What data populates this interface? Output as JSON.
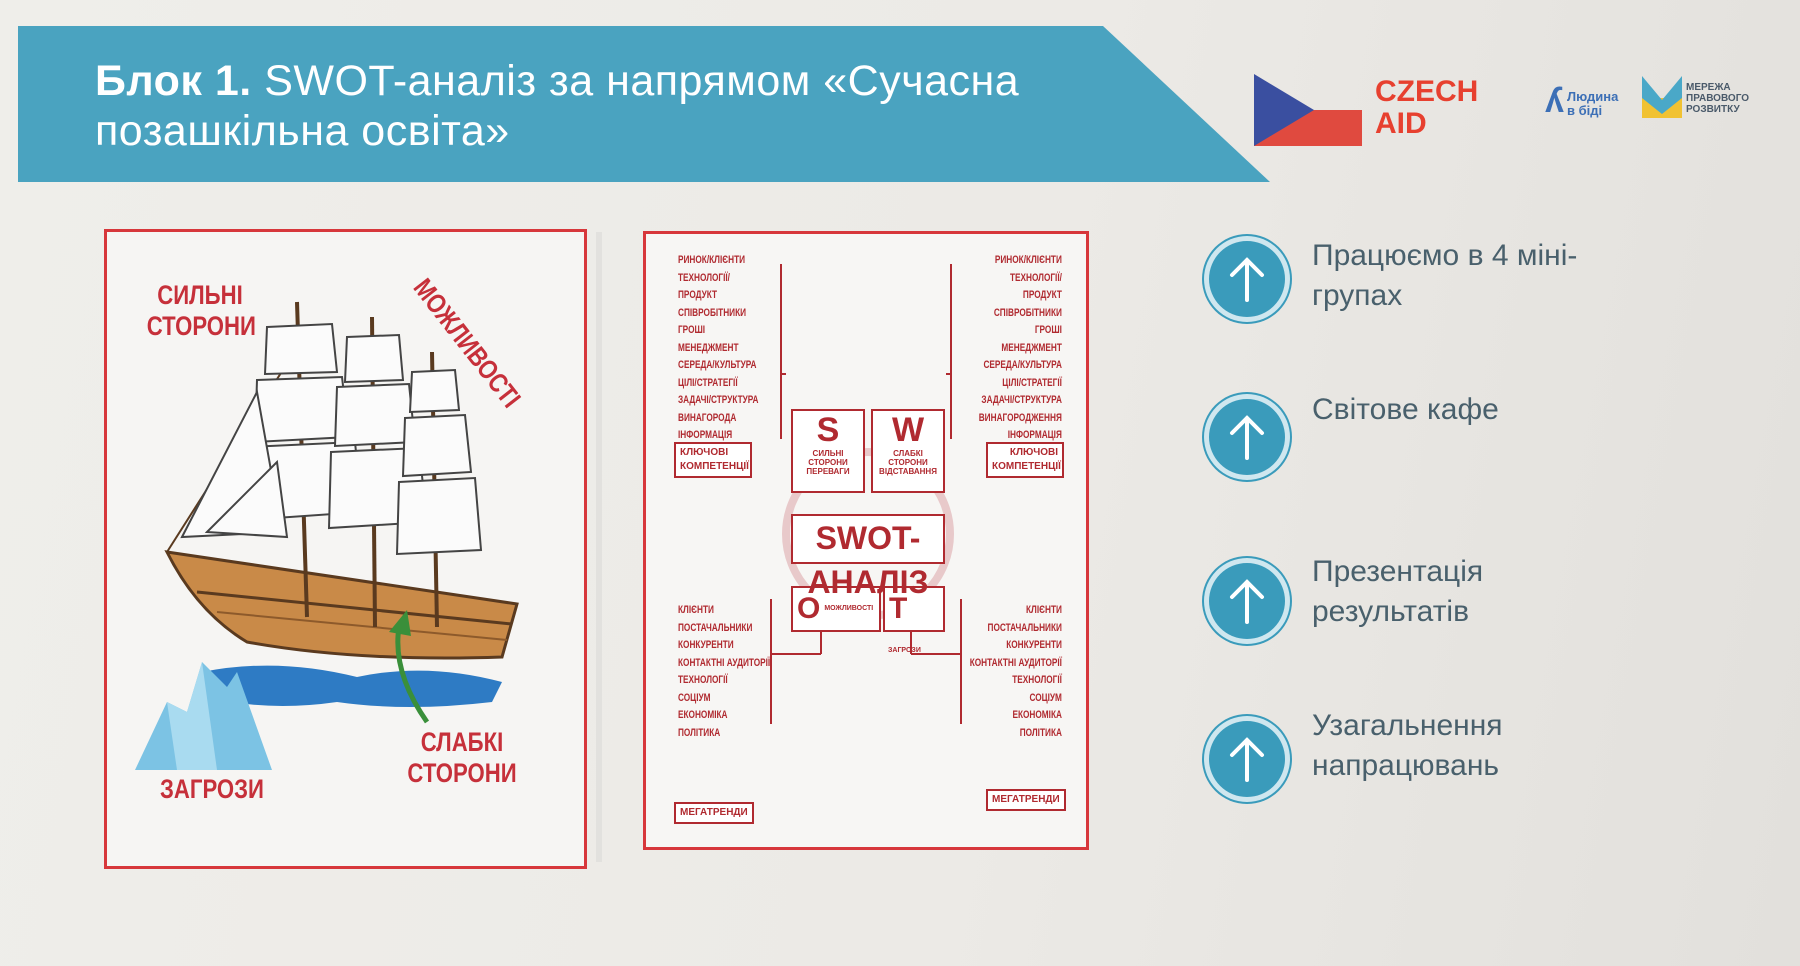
{
  "title": {
    "prefix": "Блок 1.",
    "line1": "SWOT-аналіз за напрямом «Сучасна",
    "line2": "позашкільна освіта»"
  },
  "logos": {
    "czech_line1": "CZECH",
    "czech_line2": "AID",
    "lyudyna_line1": "Людина",
    "lyudyna_line2": "в біді",
    "merezha_line1": "МЕРЕЖА",
    "merezha_line2": "ПРАВОВОГО",
    "merezha_line3": "РОЗВИТКУ"
  },
  "ship_card": {
    "strengths_line1": "СИЛЬНІ",
    "strengths_line2": "СТОРОНИ",
    "opportunities": "МОЖЛИВОСТІ",
    "threats": "ЗАГРОЗИ",
    "weaknesses_line1": "СЛАБКІ",
    "weaknesses_line2": "СТОРОНИ"
  },
  "swot_diagram": {
    "center_title": "SWOT-АНАЛІЗ",
    "s_letter": "S",
    "s_caption": "СИЛЬНІ СТОРОНИ ПЕРЕВАГИ",
    "w_letter": "W",
    "w_caption": "СЛАБКІ СТОРОНИ ВІДСТАВАННЯ",
    "o_letter": "O",
    "o_caption": "МОЖЛИВОСТІ",
    "t_letter": "T",
    "t_caption": "ЗАГРОЗИ",
    "top_left": [
      "РИНОК/КЛІЄНТИ",
      "ТЕХНОЛОГІЇ/",
      "ПРОДУКТ",
      "СПІВРОБІТНИКИ",
      "ГРОШІ",
      "МЕНЕДЖМЕНТ",
      "СЕРЕДА/КУЛЬТУРА",
      "ЦІЛІ/СТРАТЕГІЇ",
      "ЗАДАЧІ/СТРУКТУРА",
      "ВИНАГОРОДА",
      "ІНФОРМАЦІЯ"
    ],
    "top_left_box": "КЛЮЧОВІ КОМПЕТЕНЦІЇ",
    "top_right": [
      "РИНОК/КЛІЄНТИ",
      "ТЕХНОЛОГІЇ/",
      "ПРОДУКТ",
      "СПІВРОБІТНИКИ",
      "ГРОШІ",
      "МЕНЕДЖМЕНТ",
      "СЕРЕДА/КУЛЬТУРА",
      "ЦІЛІ/СТРАТЕГІЇ",
      "ЗАДАЧІ/СТРУКТУРА",
      "ВИНАГОРОДЖЕННЯ",
      "ІНФОРМАЦІЯ"
    ],
    "top_right_box": "КЛЮЧОВІ КОМПЕТЕНЦІЇ",
    "bottom_left": [
      "КЛІЄНТИ",
      "ПОСТАЧАЛЬНИКИ",
      "КОНКУРЕНТИ",
      "КОНТАКТНІ АУДИТОРІЇ",
      "ТЕХНОЛОГІЇ",
      "СОЦІУМ",
      "ЕКОНОМІКА",
      "ПОЛІТИКА"
    ],
    "bottom_left_box": "МЕГАТРЕНДИ",
    "bottom_right": [
      "КЛІЄНТИ",
      "ПОСТАЧАЛЬНИКИ",
      "КОНКУРЕНТИ",
      "КОНТАКТНІ АУДИТОРІЇ",
      "ТЕХНОЛОГІЇ",
      "СОЦІУМ",
      "ЕКОНОМІКА",
      "ПОЛІТИКА"
    ],
    "bottom_right_box": "МЕГАТРЕНДИ"
  },
  "steps": [
    {
      "line1": "Працюємо в 4 міні-",
      "line2": "групах",
      "icon": "arrow-up-icon"
    },
    {
      "line1": "Світове кафе",
      "line2": "",
      "icon": "arrow-up-icon"
    },
    {
      "line1": "Презентація",
      "line2": "результатів",
      "icon": "arrow-up-icon"
    },
    {
      "line1": "Узагальнення",
      "line2": "напрацювань",
      "icon": "arrow-up-icon"
    }
  ],
  "colors": {
    "banner": "#4aa3c0",
    "accent_red": "#d7373b",
    "step_circle": "#3a9bbb",
    "step_text": "#49606c"
  }
}
